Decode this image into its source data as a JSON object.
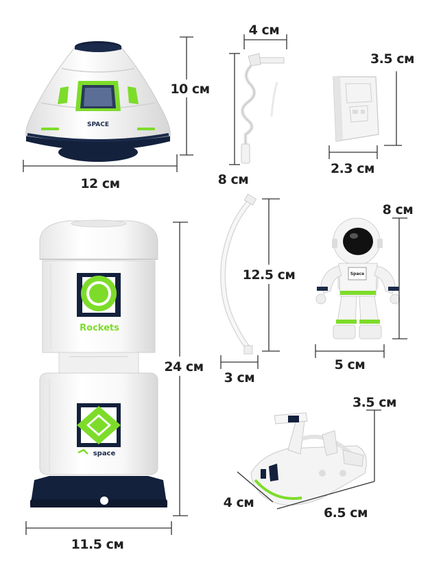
{
  "colors": {
    "accent_green": "#7ddc2a",
    "navy": "#14213d",
    "white_body": "#f6f6f6",
    "shadow": "#d9d9d9",
    "dimension_line": "#333333"
  },
  "capsule": {
    "brand_label": "SPACE",
    "width_label": "12 см",
    "height_label": "10 см"
  },
  "crank": {
    "width_label": "4 см",
    "height_label": "8 см"
  },
  "plate": {
    "height_label": "3.5 см",
    "width_label": "2.3 см"
  },
  "tower": {
    "brand_label": "Rockets",
    "base_brand_label": "space",
    "height_label": "24 см",
    "width_label": "11.5 см"
  },
  "tube": {
    "height_label": "12.5 см",
    "width_label": "3 см"
  },
  "astronaut": {
    "chest_label": "Space",
    "height_label": "8 см",
    "width_label": "5 см"
  },
  "rover": {
    "height_label": "3.5 см",
    "depth_label": "4 см",
    "length_label": "6.5 см"
  }
}
